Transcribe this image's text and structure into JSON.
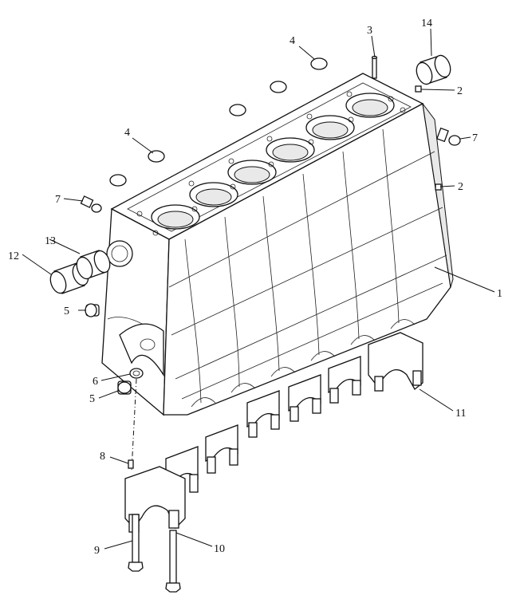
{
  "callouts": [
    {
      "id": "c1",
      "text": "1"
    },
    {
      "id": "c2a",
      "text": "2"
    },
    {
      "id": "c2b",
      "text": "2"
    },
    {
      "id": "c3",
      "text": "3"
    },
    {
      "id": "c4a",
      "text": "4"
    },
    {
      "id": "c4b",
      "text": "4"
    },
    {
      "id": "c5a",
      "text": "5"
    },
    {
      "id": "c5b",
      "text": "5"
    },
    {
      "id": "c6",
      "text": "6"
    },
    {
      "id": "c7a",
      "text": "7"
    },
    {
      "id": "c7b",
      "text": "7"
    },
    {
      "id": "c8",
      "text": "8"
    },
    {
      "id": "c9",
      "text": "9"
    },
    {
      "id": "c10",
      "text": "10"
    },
    {
      "id": "c11",
      "text": "11"
    },
    {
      "id": "c12",
      "text": "12"
    },
    {
      "id": "c13",
      "text": "13"
    },
    {
      "id": "c14",
      "text": "14"
    }
  ]
}
